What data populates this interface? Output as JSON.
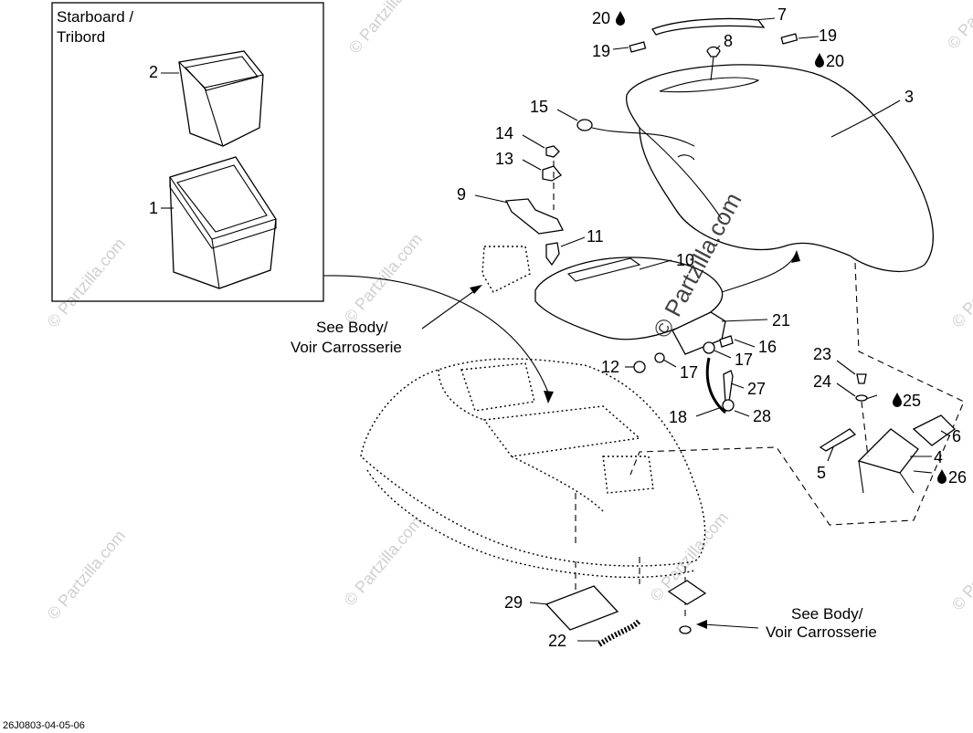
{
  "inset": {
    "title_line1": "Starboard /",
    "title_line2": "Tribord"
  },
  "callouts": {
    "see_body_left_line1": "See Body/",
    "see_body_left_line2": "Voir Carrosserie",
    "see_body_right_line1": "See Body/",
    "see_body_right_line2": "Voir Carrosserie"
  },
  "parts": [
    {
      "ref": "1"
    },
    {
      "ref": "2"
    },
    {
      "ref": "3"
    },
    {
      "ref": "4"
    },
    {
      "ref": "5"
    },
    {
      "ref": "6"
    },
    {
      "ref": "7"
    },
    {
      "ref": "8"
    },
    {
      "ref": "9"
    },
    {
      "ref": "10"
    },
    {
      "ref": "11"
    },
    {
      "ref": "12"
    },
    {
      "ref": "13"
    },
    {
      "ref": "14"
    },
    {
      "ref": "15"
    },
    {
      "ref": "16"
    },
    {
      "ref": "17"
    },
    {
      "ref": "17"
    },
    {
      "ref": "18"
    },
    {
      "ref": "19"
    },
    {
      "ref": "19"
    },
    {
      "ref": "20"
    },
    {
      "ref": "20"
    },
    {
      "ref": "21"
    },
    {
      "ref": "22"
    },
    {
      "ref": "23"
    },
    {
      "ref": "24"
    },
    {
      "ref": "25"
    },
    {
      "ref": "26"
    },
    {
      "ref": "27"
    },
    {
      "ref": "28"
    },
    {
      "ref": "29"
    }
  ],
  "watermark": {
    "brand": "© Partzilla.com",
    "small": "© Partzilla.com"
  },
  "drawing_code": "26J0803-04-05-06",
  "icons": {
    "drop": "oil-drop-icon"
  }
}
